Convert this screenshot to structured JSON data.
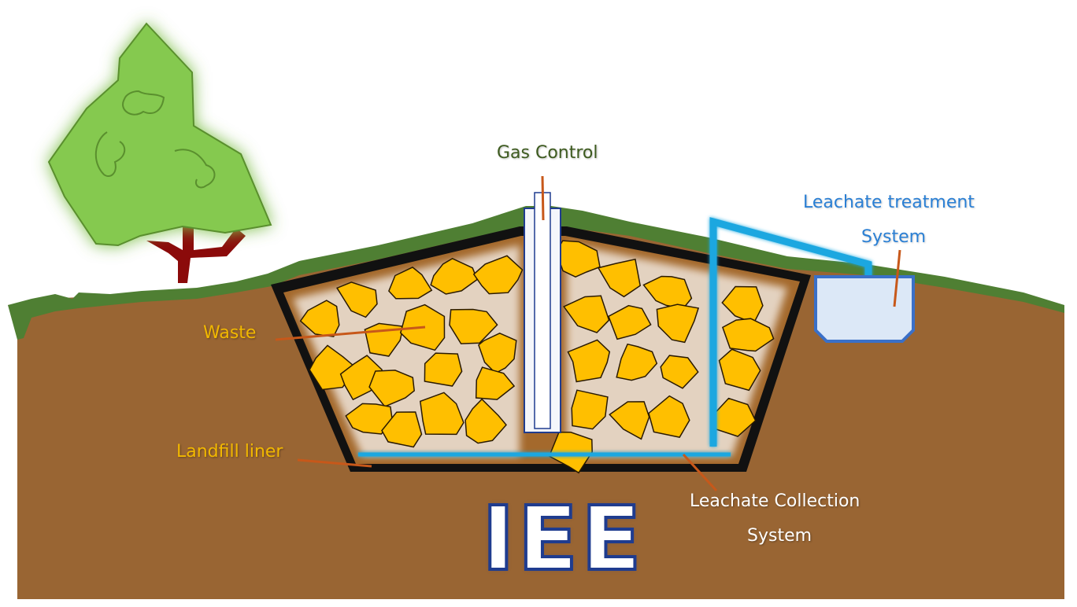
{
  "diagram": {
    "labels": {
      "gas_control": "Gas Control",
      "waste": "Waste",
      "landfill_liner": "Landfill liner",
      "leachate_treatment_line1": "Leachate treatment",
      "leachate_treatment_line2": "System",
      "leachate_collection_line1": "Leachate Collection",
      "leachate_collection_line2": "System",
      "watermark": "IEE"
    },
    "colors": {
      "soil": "#996533",
      "grass": "#4f7f33",
      "waste_rock": "#ffbf00",
      "liner": "#111111",
      "pipe": "#1aa7e0",
      "leader_line": "#c7581a",
      "tree_foliage": "#85c94f",
      "tree_trunk": "#8b0a0a"
    }
  }
}
